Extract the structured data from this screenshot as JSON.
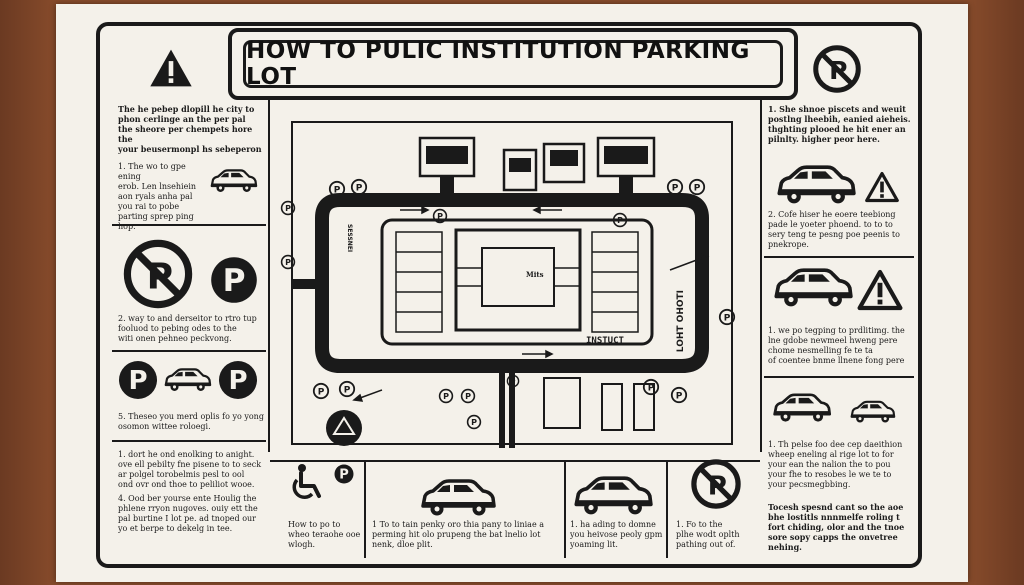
{
  "title": "HOW TO PULIC INSTITUTION  PARKING LOT",
  "left_column": {
    "intro": "The he pebep dlopill he city to\nphon cerlinge an the per pal\nthe sheore per chempets hore the\nyour beusermonpl hs sebeperon",
    "step1": "1. The wo to gpe ening\nerob. Len lnsehiein\naon ryals anha pal\nyou rai to pobe\nparting sprep ping hop.",
    "step2": "2. way to and derseitor to rtro tup\nfooluod to pebing odes to the\nwiti onen pehneo peckvong.",
    "step3": "5. Theseo you merd oplis fo yo yong\nosomon wittee roloegi.",
    "step4": "1. dort he ond enolking to anight.\nove ell pebilty fne pisene to to seck\nar polgel torobelmis pesl to ool\nond ovr ond thoe to peliliot wooe.",
    "step5": "4. Ood ber yourse ente Houlig the\nphlene rryon nugoves. ouiy ett the\npal burtine I lot pe. ad tnoped our\nyo et berpe to dekelg in tee."
  },
  "right_column": {
    "note1": "1. She shnoe piscets and weuit\npostlng lheebih, eanied aieheis.\nthghting plooed he hit ener an\npilnlty. higher peor here.",
    "note2": "2. Cofe hiser he eoere teebiong\npade le yoeter phoend. to to to\nsery teng te pesng poe peenis to\npnekrope.",
    "note3": "1. we po tegping to prdlitimg. the\nlne gdobe newmeel hweng pere\nchome nesmelling fe te ta\nof coentee bnme llnene fong pere",
    "note4": "1. Th pelse foo dee cep daeithion\nwheep eneling al rige lot to for\nyour ean the nalion the to pou\nyour fhe to resobes le we te to\nyour pecsmegbbing.",
    "note5": "Tocesh spesnd cant so the aoe\nbhe lostitls nnnmelfe roling t\nfort chiding, olor and the tnoe\nsore sopy capps the onvetree nehing."
  },
  "bottom_row": {
    "cell1": "How to po to\nwheo teraohe ooe\nwlogh.",
    "cell2": "1 To to tain penky oro thia pany to liniae a\nperming hit olo prupeng the bat lnelio lot\nnenk, dloe plit.",
    "cell3": "1. ha ading to domne\nyou heivose peoly gpm\nyoaming lit.",
    "cell4": "1. Fo to the\nplhe wodt oplth\npathing out of."
  },
  "map_labels": {
    "center": "Mits",
    "bottom": "INSTUCT",
    "right_vertical": "LOHT OHOTI",
    "left_vertical": "SESSNEI"
  },
  "icons": {
    "warning": "warning-triangle-icon",
    "no_parking": "no-parking-icon",
    "parking": "parking-sign-icon",
    "car": "car-icon",
    "wheelchair": "wheelchair-icon"
  },
  "colors": {
    "ink": "#1a1a1a",
    "paper": "#f4f1ea",
    "wood": "#8a4d2c"
  }
}
